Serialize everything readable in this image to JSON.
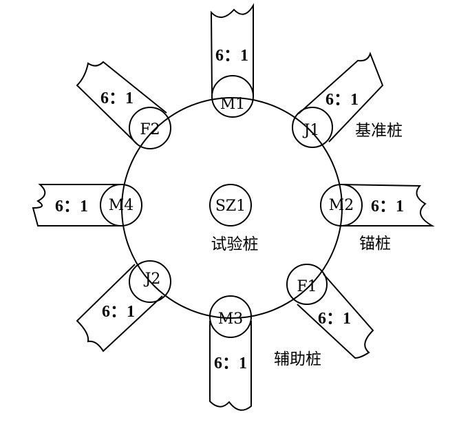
{
  "piles": {
    "M1": {
      "label": "M1",
      "ratio": "6：1"
    },
    "J1": {
      "label": "J1",
      "ratio": "6：1"
    },
    "M2": {
      "label": "M2",
      "ratio": "6：1"
    },
    "F1": {
      "label": "F1",
      "ratio": "6：1"
    },
    "M3": {
      "label": "M3",
      "ratio": "6：1"
    },
    "J2": {
      "label": "J2",
      "ratio": "6：1"
    },
    "M4": {
      "label": "M4",
      "ratio": "6：1"
    },
    "F2": {
      "label": "F2",
      "ratio": "6：1"
    },
    "SZ1": {
      "label": "SZ1"
    }
  },
  "annotations": {
    "reference_pile": "基准桩",
    "anchor_pile": "锚桩",
    "auxiliary_pile": "辅助桩",
    "test_pile": "试验桩"
  }
}
